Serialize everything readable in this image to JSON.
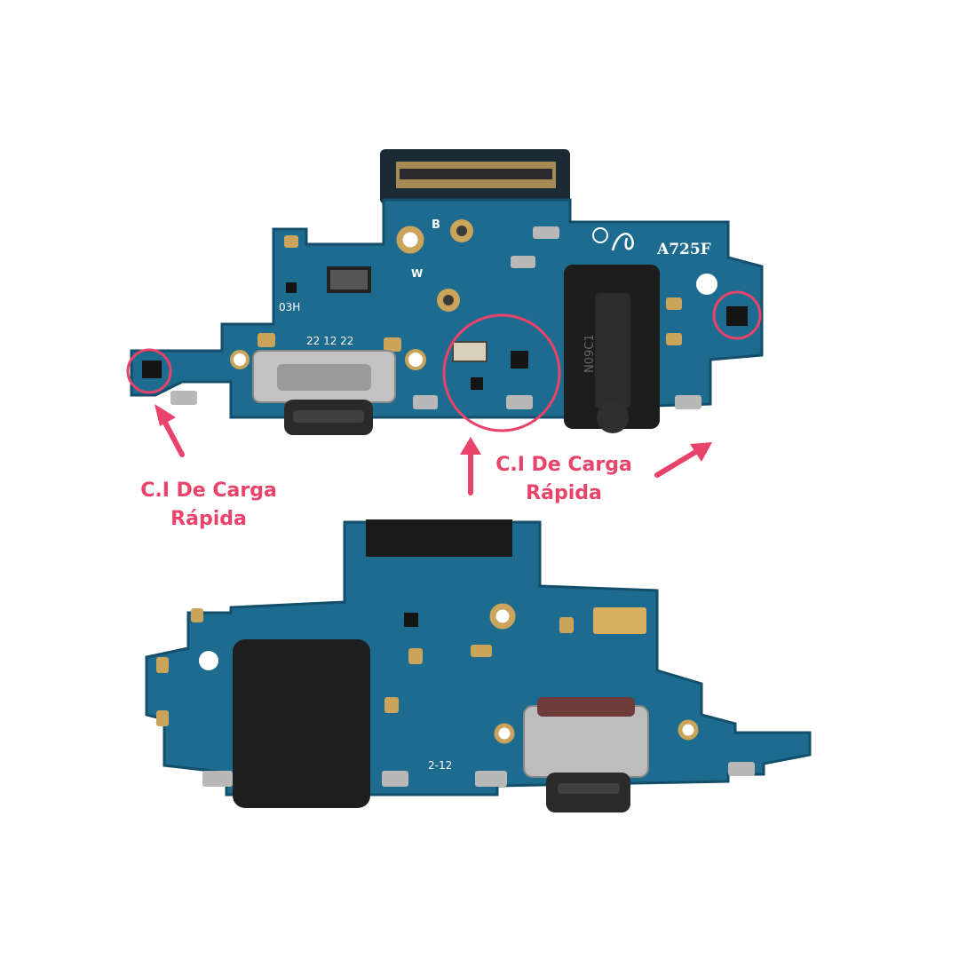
{
  "colors": {
    "pcb": "#1c6a8e",
    "pcb_edge": "#144f6c",
    "pcb_light": "#2a82a8",
    "gold": "#c9a45a",
    "metal": "#b9b9b9",
    "dark": "#1b1b1b",
    "highlight": "#e8436a"
  },
  "top_board": {
    "silkscreen": {
      "model": "A725F",
      "date": "22 12 22",
      "code": "03H",
      "antenna_b": "B",
      "antenna_w": "W",
      "jack_text": "N09C1"
    }
  },
  "bottom_board": {
    "silkscreen": {
      "date": "2-12"
    }
  },
  "annotations": {
    "left": {
      "line1": "C.I De Carga",
      "line2": "Rápida"
    },
    "right": {
      "line1": "C.I De Carga",
      "line2": "Rápida"
    }
  }
}
